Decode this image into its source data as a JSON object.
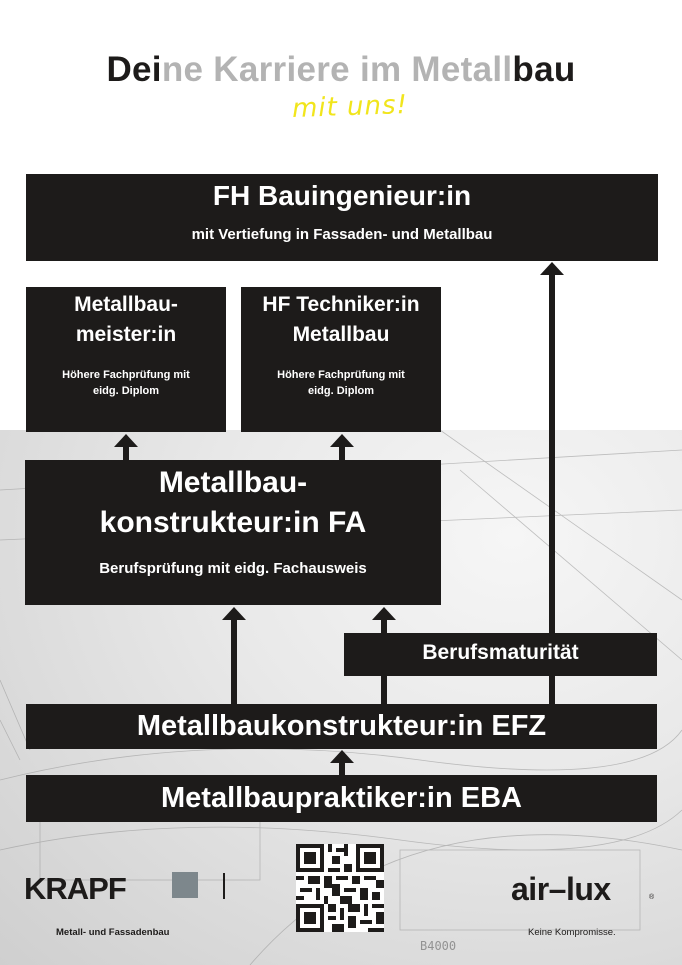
{
  "header": {
    "title_part1": "Dei",
    "title_part2": "ne Karriere im Metall",
    "title_part3": "bau",
    "subtitle": "mit uns!"
  },
  "boxes": {
    "fh": {
      "title": "FH Bauingenieur:in",
      "subtitle": "mit Vertiefung in Fassaden- und Metallbau"
    },
    "meister": {
      "title_line1": "Metallbau-",
      "title_line2": "meister:in",
      "subtitle_line1": "Höhere Fachprüfung mit",
      "subtitle_line2": "eidg. Diplom"
    },
    "hf": {
      "title_line1": "HF Techniker:in",
      "title_line2": "Metallbau",
      "subtitle_line1": "Höhere Fachprüfung mit",
      "subtitle_line2": "eidg. Diplom"
    },
    "fa": {
      "title_line1": "Metallbau-",
      "title_line2": "konstrukteur:in FA",
      "subtitle": "Berufsprüfung mit eidg. Fachausweis"
    },
    "bms": {
      "title": "Berufsmaturität"
    },
    "efz": {
      "title": "Metallbaukonstrukteur:in EFZ"
    },
    "eba": {
      "title": "Metallbaupraktiker:in EBA"
    }
  },
  "footer": {
    "krapf_logo": "KRAPF",
    "krapf_tagline": "Metall- und Fassadenbau",
    "airlux_logo": "air–lux",
    "airlux_reg": "®",
    "airlux_tagline": "Keine Kompromisse.",
    "qr_icon": "qr-code-icon"
  },
  "colors": {
    "box": "#1d1b1a",
    "accent_yellow": "#f1e51c",
    "title_grey": "#b3b3b3",
    "krapf_square": "#7d878c"
  }
}
